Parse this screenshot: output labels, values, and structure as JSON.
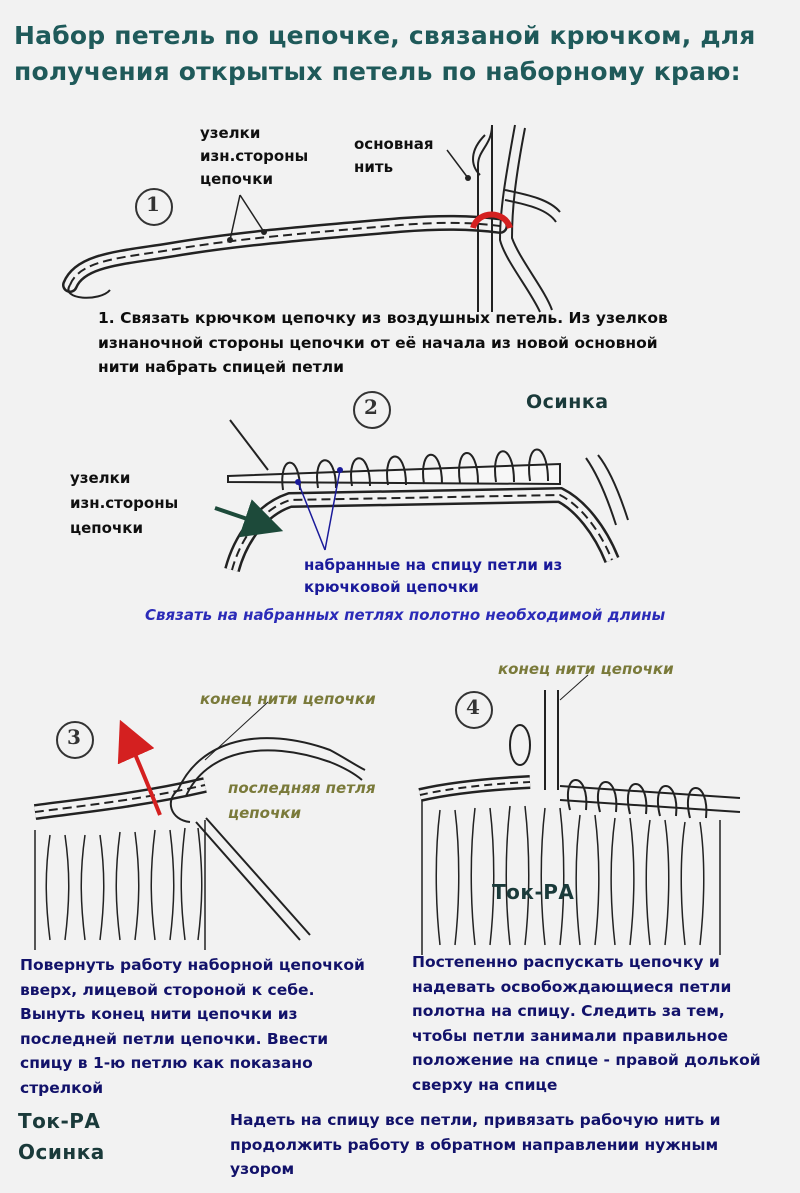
{
  "title": {
    "line1": "Набор петель по цепочке, связаной крючком, для",
    "line2": "получения открытых петель по наборному краю:"
  },
  "fig1": {
    "number": "1",
    "label_knots": [
      "узелки",
      "изн.стороны",
      "цепочки"
    ],
    "label_yarn": [
      "основная",
      "нить"
    ],
    "caption": [
      "1. Связать крючком цепочку из воздушных петель. Из узелков",
      "изнаночной стороны цепочки от её начала из новой основной",
      "нити набрать спицей петли"
    ]
  },
  "fig2": {
    "number": "2",
    "watermark": "Осинка",
    "label_knots": [
      "узелки",
      "изн.стороны",
      "цепочки"
    ],
    "label_loops": [
      "набранные на спицу петли из",
      "крючковой цепочки"
    ],
    "caption": "Связать на набранных петлях полотно необходимой длины"
  },
  "fig3": {
    "number": "3",
    "label_end": "конец нити цепочки",
    "label_last": [
      "последняя петля",
      "цепочки"
    ],
    "caption": [
      "Повернуть работу наборной цепочкой",
      "вверх, лицевой стороной к себе.",
      "Вынуть конец нити цепочки из",
      "последней петли цепочки. Ввести",
      "спицу в 1-ю петлю как показано",
      "стрелкой"
    ]
  },
  "fig4": {
    "number": "4",
    "label_end": "конец нити цепочки",
    "watermark": "Ток-РА",
    "caption": [
      "Постепенно распускать цепочку и",
      "надевать освобождающиеся петли",
      "полотна на спицу. Следить за тем,",
      "чтобы петли занимали правильное",
      "положение на спице - правой долькой",
      "сверху на спице"
    ]
  },
  "footer": {
    "watermark1": "Ток-РА",
    "watermark2": "Осинка",
    "text": [
      "Надеть на спицу все петли, привязать рабочую нить и",
      "продолжить работу в обратном направлении нужным",
      "узором"
    ]
  },
  "colors": {
    "title": "#1f5a5a",
    "accent_red": "#d42020",
    "label_blue": "#1a1a9a",
    "label_olive": "#7a7a3a",
    "line": "#222222"
  }
}
